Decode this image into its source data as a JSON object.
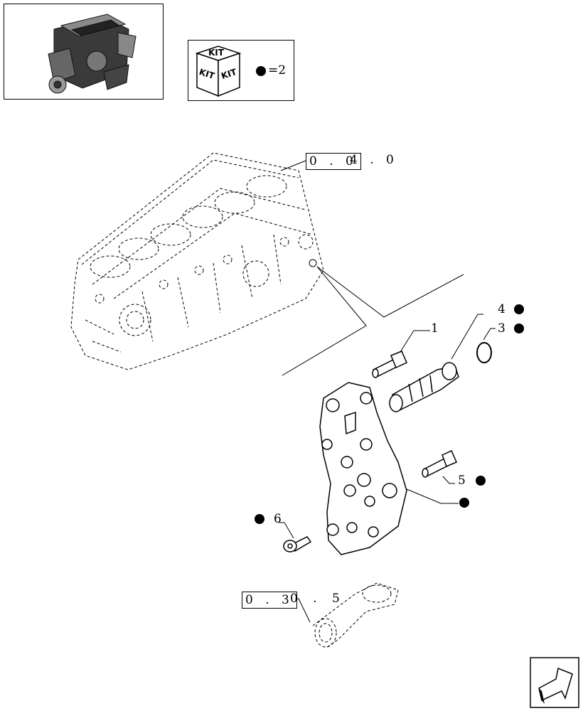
{
  "kit_box": {
    "cube_label_top": "KIT",
    "cube_label_left": "KIT",
    "cube_label_right": "KIT",
    "legend_text": "=2"
  },
  "refs": {
    "block_ref_boxed": "0 . 0",
    "block_ref_rest": "4 . 0",
    "pipe_ref_boxed": "0 . 3",
    "pipe_ref_rest": "0 . 5"
  },
  "callouts": {
    "p1": "1",
    "p3": "3",
    "p4": "4",
    "p5": "5",
    "p6": "6"
  },
  "colors": {
    "line": "#000000",
    "background": "#ffffff"
  },
  "icons": [
    "engine-thumbnail-icon",
    "kit-cube-icon",
    "next-page-arrow-icon"
  ]
}
